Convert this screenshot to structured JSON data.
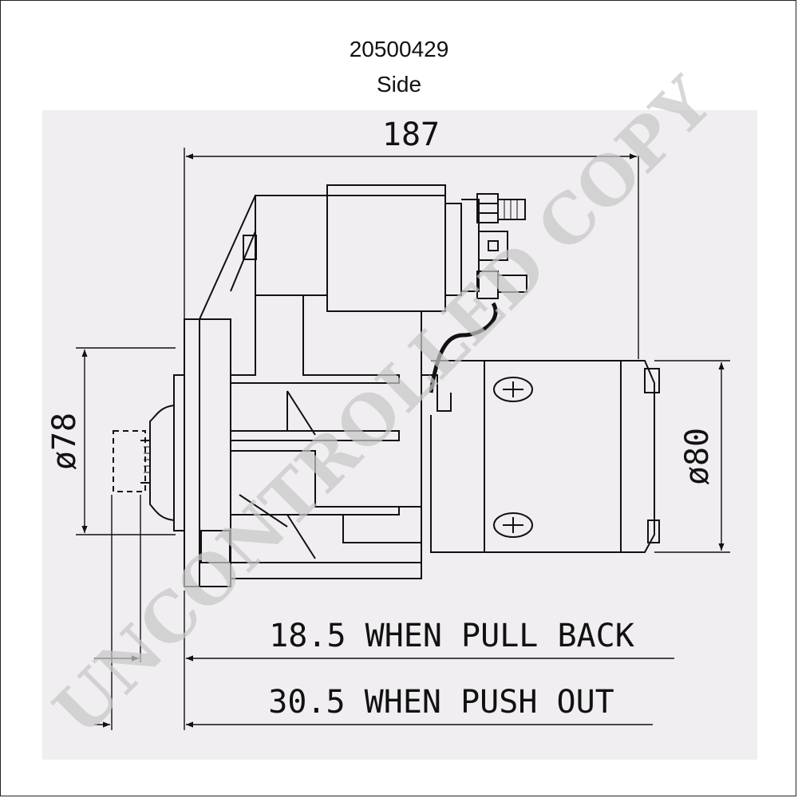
{
  "header": {
    "part_number": "20500429",
    "view_label": "Side"
  },
  "dimensions": {
    "overall_length": "187",
    "flange_diameter": "ø78",
    "body_diameter": "ø80",
    "pull_back": "18.5 WHEN PULL BACK",
    "push_out": "30.5 WHEN PUSH OUT"
  },
  "watermark": {
    "text": "UNCONTROLLED COPY",
    "color": "#c8c8c8"
  },
  "colors": {
    "panel": "#f1eef1",
    "line": "#111111"
  }
}
